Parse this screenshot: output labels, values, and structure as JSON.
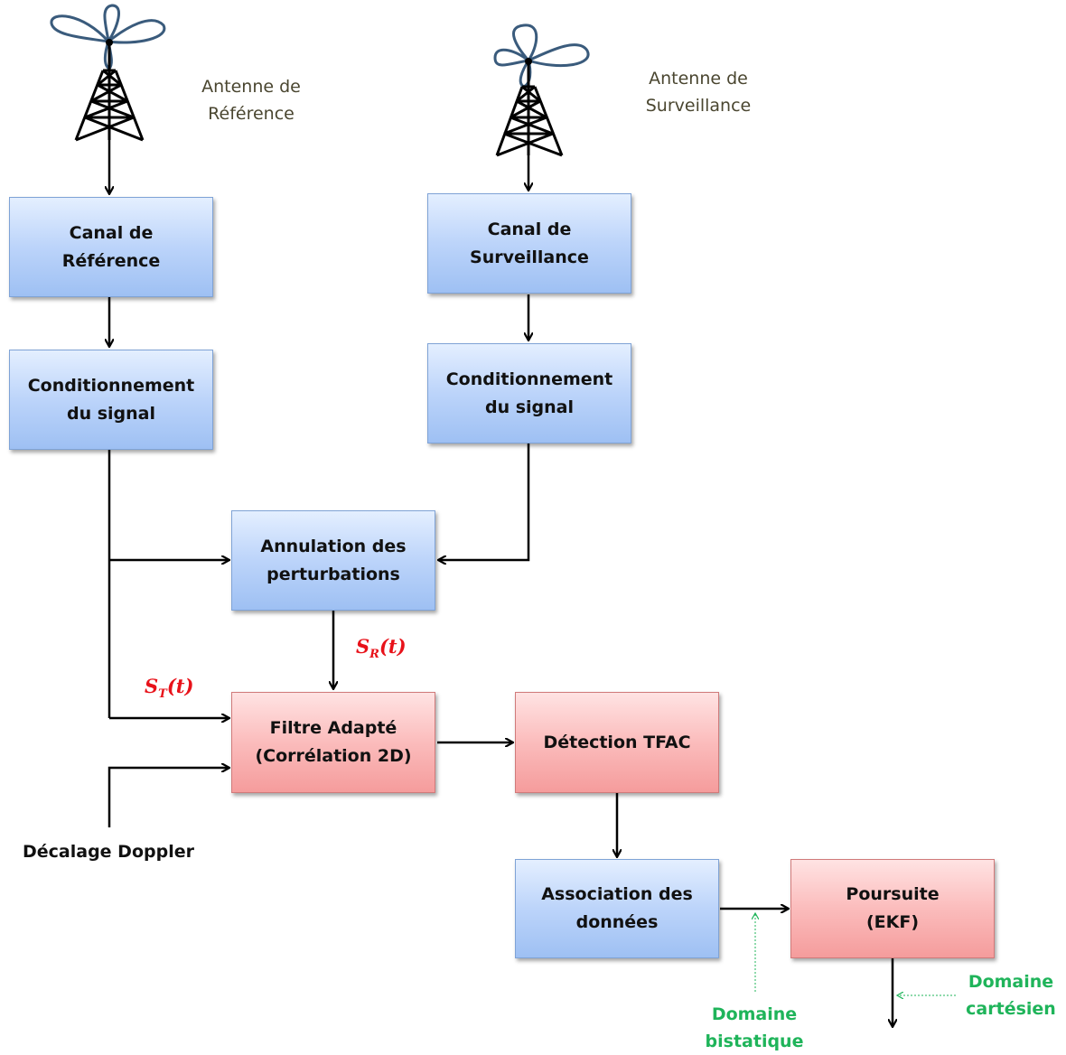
{
  "antennas": {
    "reference": "Antenne de\nRéférence",
    "surveillance": "Antenne de\nSurveillance"
  },
  "blocks": {
    "canal_reference": "Canal de\nRéférence",
    "canal_surveillance": "Canal de\nSurveillance",
    "cond_ref": "Conditionnement\ndu signal",
    "cond_surv": "Conditionnement\ndu signal",
    "annulation": "Annulation des\nperturbations",
    "filtre": "Filtre Adapté\n(Corrélation 2D)",
    "detection": "Détection TFAC",
    "association": "Association des\ndonnées",
    "poursuite": "Poursuite\n(EKF)"
  },
  "signals": {
    "st": {
      "main": "S",
      "sub": "T",
      "arg": "(t)"
    },
    "sr": {
      "main": "S",
      "sub": "R",
      "arg": "(t)"
    }
  },
  "labels": {
    "doppler": "Décalage Doppler",
    "domaine_bistatique": "Domaine\nbistatique",
    "domaine_cartesien": "Domaine\ncartésien"
  },
  "colors": {
    "blue_block": "#bcd4fa",
    "red_block": "#fbbcbc",
    "signal_text": "#e8121a",
    "annotation_text": "#1fb45a",
    "antenna_pattern": "#3a5b7c"
  }
}
